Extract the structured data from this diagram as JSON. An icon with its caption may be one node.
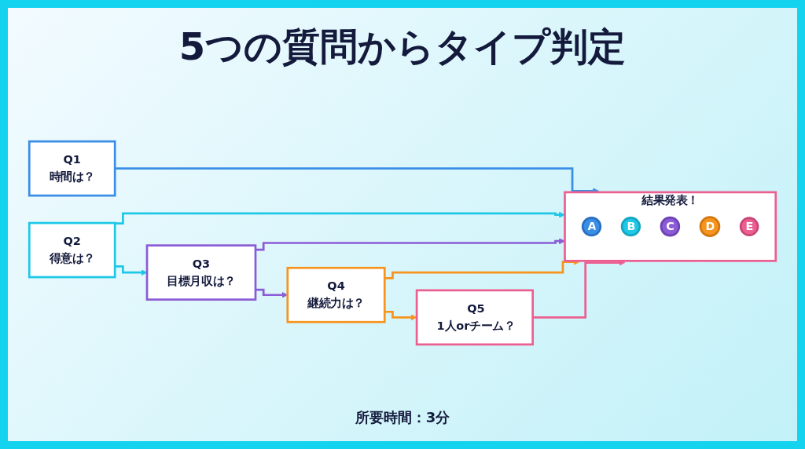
{
  "diagram": {
    "title": "5つの質問からタイプ判定",
    "caption": "所要時間：3分",
    "nodes": [
      {
        "text": [
          "Q1",
          "時間は？"
        ]
      },
      {
        "text": [
          "Q2",
          "得意は？"
        ]
      },
      {
        "text": [
          "Q3",
          "目標月収は？"
        ]
      },
      {
        "text": [
          "Q4",
          "継続力は？"
        ]
      },
      {
        "text": [
          "Q5",
          "1人orチーム？"
        ]
      },
      {
        "text": [
          "結果発表！"
        ]
      },
      {
        "text": [
          "A"
        ],
        "in": 5
      },
      {
        "text": [
          "B"
        ],
        "in": 5
      },
      {
        "text": [
          "C"
        ],
        "in": 5
      },
      {
        "text": [
          "D"
        ],
        "in": 5
      },
      {
        "text": [
          "E"
        ],
        "in": 5
      }
    ],
    "edges": [
      {
        "from": 1,
        "to": 2,
        "arrow": "to",
        "color": "#1ec8e6"
      },
      {
        "from": 2,
        "to": 3,
        "arrow": "to",
        "color": "#8b5cd6"
      },
      {
        "from": 3,
        "to": 4,
        "arrow": "to",
        "color": "#f7941d"
      },
      {
        "from": 0,
        "to": 5,
        "arrow": "to",
        "color": "#3a8ee6"
      },
      {
        "from": 1,
        "to": 5,
        "arrow": "to",
        "color": "#1ec8e6"
      },
      {
        "from": 2,
        "to": 5,
        "arrow": "to",
        "color": "#8b5cd6"
      },
      {
        "from": 3,
        "to": 5,
        "arrow": "to",
        "color": "#f7941d"
      },
      {
        "from": 4,
        "to": 5,
        "arrow": "to",
        "color": "#ec5f91"
      }
    ]
  }
}
